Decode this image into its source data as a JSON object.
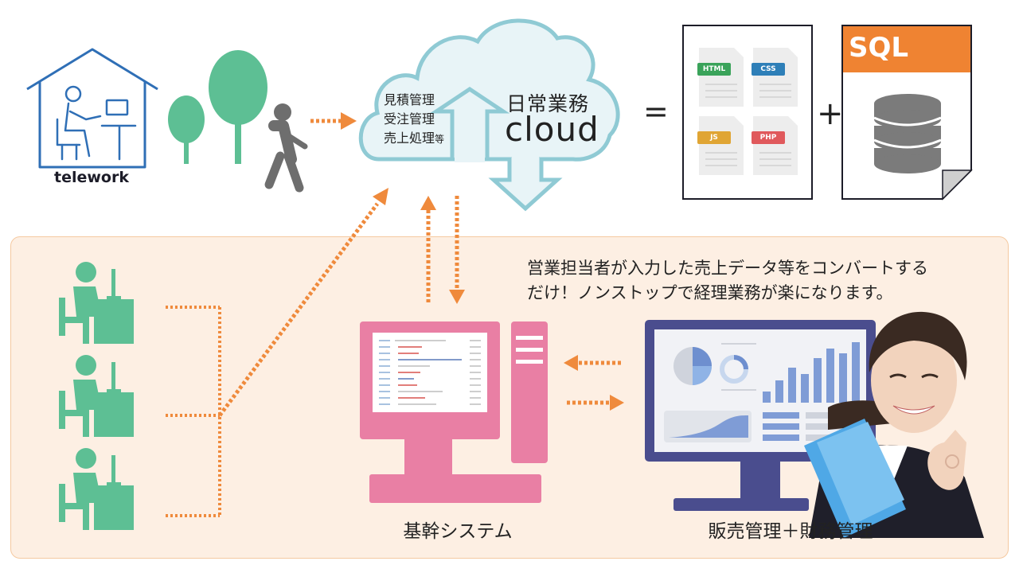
{
  "telework": {
    "label": "telework"
  },
  "cloud": {
    "tasks": [
      "見積管理",
      "受注管理",
      "売上処理"
    ],
    "tasks_suffix": "等",
    "title": "日常業務",
    "name": "cloud"
  },
  "symbols": {
    "equals": "=",
    "plus": "+"
  },
  "files": {
    "html_label": "HTML",
    "css_label": "CSS",
    "js_label": "JS",
    "php_label": "PHP",
    "sql_label": "SQL"
  },
  "description": {
    "line1": "営業担当者が入力した売上データ等をコンバートする",
    "line2": "だけ！ノンストップで経理業務が楽になります。"
  },
  "systems": {
    "core_label": "基幹システム",
    "sales_label": "販売管理＋財務管理"
  },
  "colors": {
    "green": "#5dbf94",
    "orange_arrow": "#ef8a3c",
    "pink_monitor": "#e97fa4",
    "navy_monitor": "#4a4d8e",
    "cloud_fill": "#e8f4f7",
    "cloud_stroke": "#8fcad4",
    "sql_orange": "#ef8332",
    "panel_bg": "#fdefe3"
  }
}
